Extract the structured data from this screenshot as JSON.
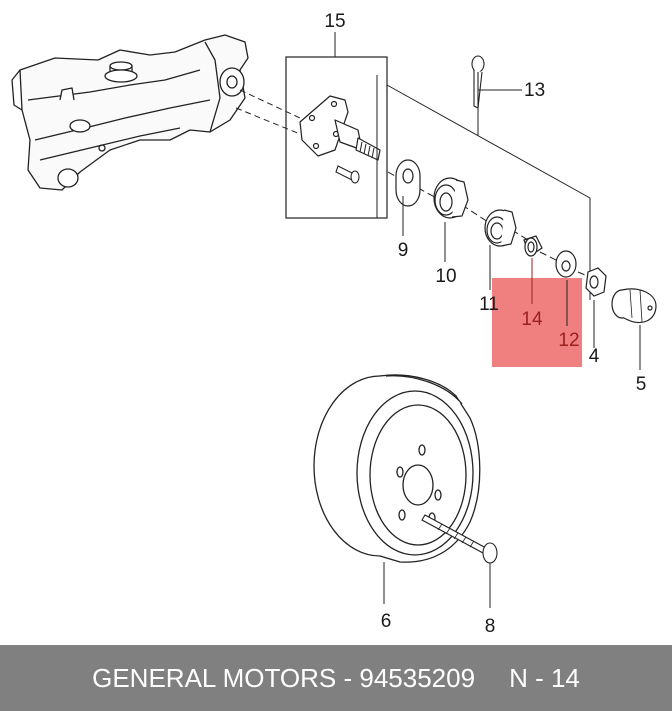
{
  "callouts": {
    "c15": "15",
    "c13": "13",
    "c9": "9",
    "c10": "10",
    "c11": "11",
    "c14": "14",
    "c12": "12",
    "c4": "4",
    "c5": "5",
    "c6": "6",
    "c8": "8"
  },
  "highlight_color": "#f08080",
  "footer": {
    "brand_part": "GENERAL MOTORS - 94535209",
    "ref": "N - 14"
  }
}
